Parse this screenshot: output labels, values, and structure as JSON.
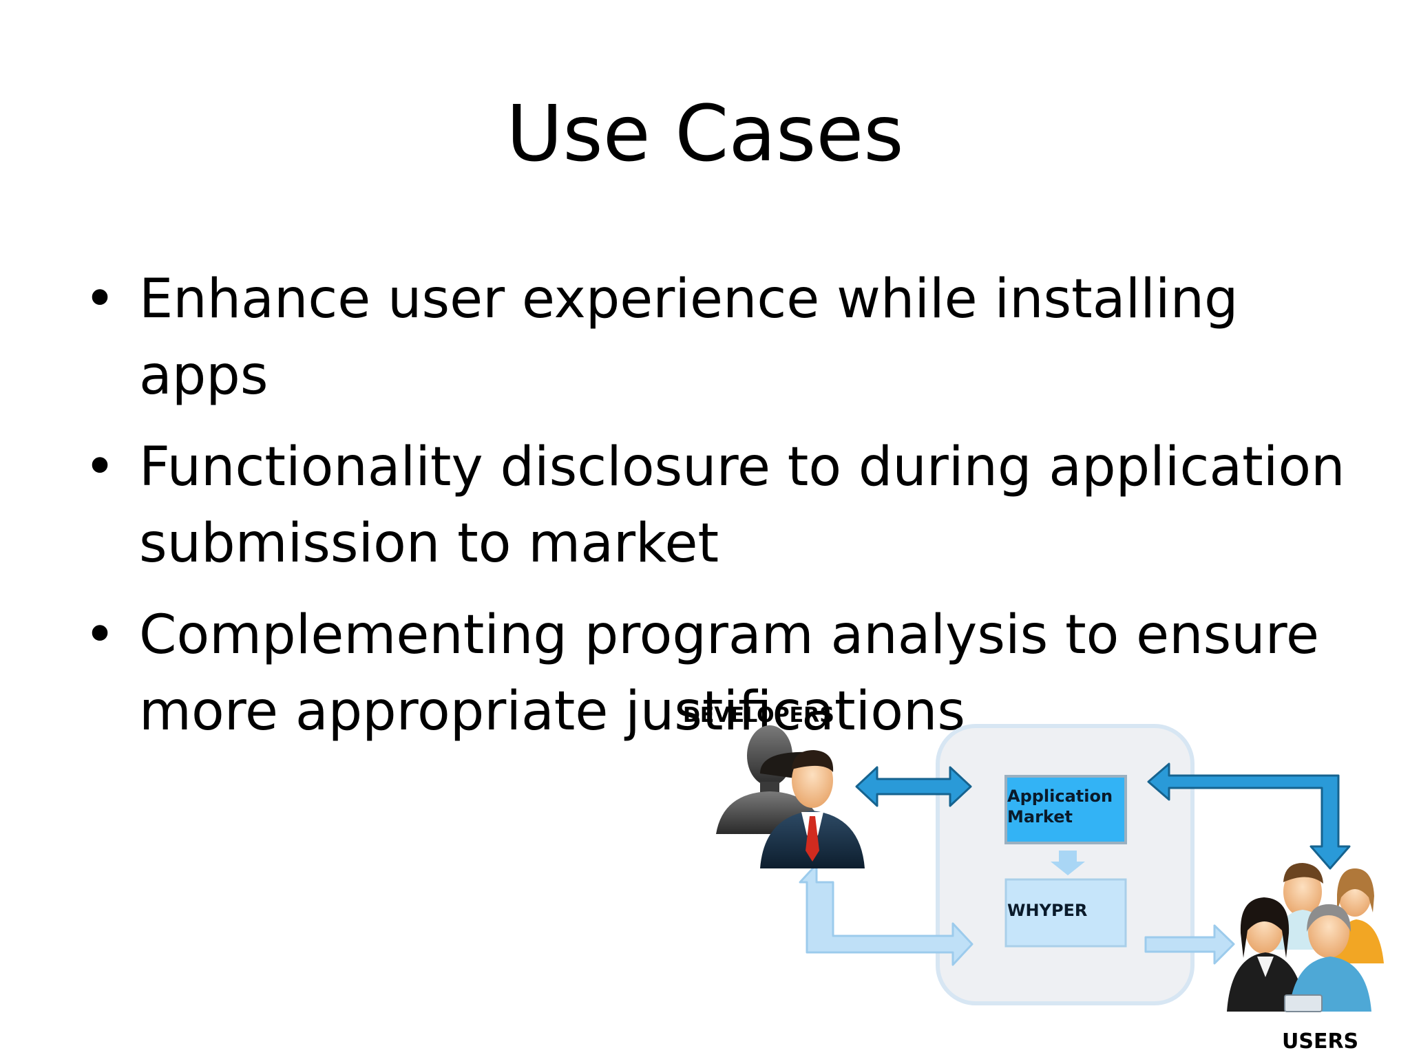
{
  "slide": {
    "title": "Use Cases",
    "bullet_glyph": "•",
    "bullets": [
      "Enhance user experience while installing apps",
      "Functionality disclosure to during application\nsubmission to market",
      "Complementing program analysis to ensure\nmore appropriate justifications"
    ]
  },
  "diagram": {
    "developers_label": "DEVELOPERS",
    "users_label": "USERS",
    "market_label": "Application\nMarket",
    "whyper_label": "WHYPER",
    "icons": [
      "developers-icon",
      "users-icon"
    ],
    "colors": {
      "arrow_dark": "#2a9ad8",
      "arrow_light": "#bfe0f7",
      "market_box": "#33b3f5",
      "whyper_box": "#c6e5fa",
      "container": "#eef0f3"
    }
  }
}
